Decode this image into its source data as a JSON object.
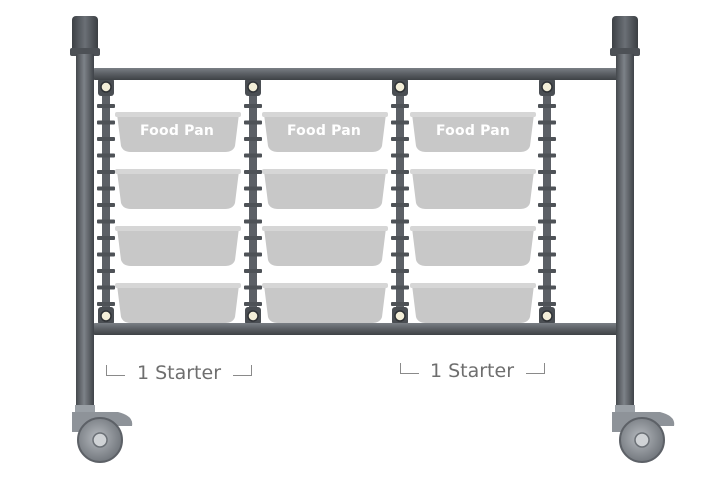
{
  "pans": {
    "label": "Food Pan",
    "columns": 3,
    "rows": 4
  },
  "starters": [
    {
      "label": "1 Starter"
    },
    {
      "label": "1 Starter"
    }
  ],
  "colors": {
    "frame": "#5c6066",
    "frame_highlight": "#7c8187",
    "pan": "#c8c8c8",
    "pan_label": "#ffffff",
    "caster": "#8e9399",
    "starter_text": "#6e6e6e"
  }
}
